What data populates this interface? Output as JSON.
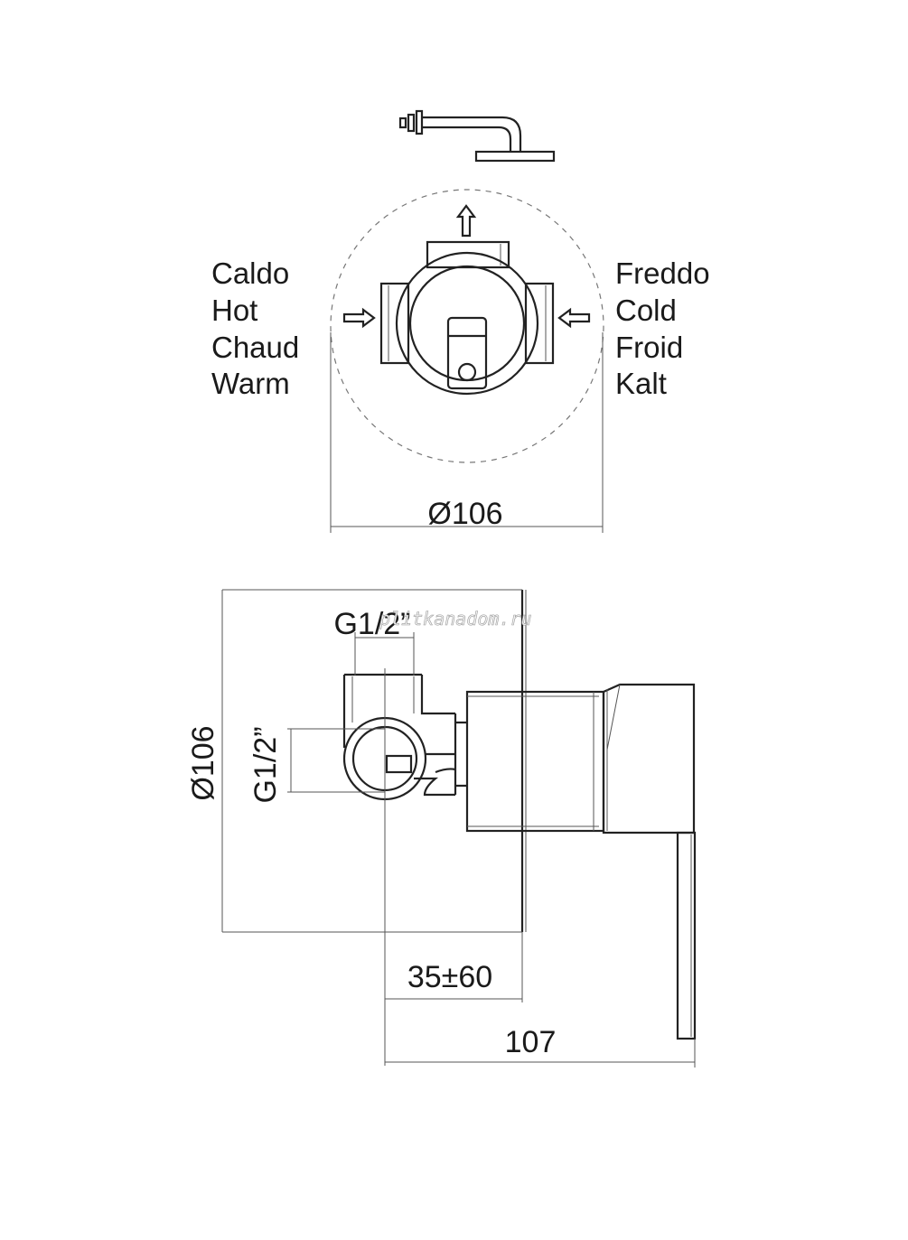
{
  "labels": {
    "hot": [
      "Caldo",
      "Hot",
      "Chaud",
      "Warm"
    ],
    "cold": [
      "Freddo",
      "Cold",
      "Froid",
      "Kalt"
    ]
  },
  "dimensions": {
    "top_diameter": "Ø106",
    "side_diameter": "Ø106",
    "thread_horizontal": "G1/2”",
    "thread_vertical": "G1/2”",
    "depth_range": "35±60",
    "overall_depth": "107"
  },
  "watermark": "plitkanadom.ru"
}
